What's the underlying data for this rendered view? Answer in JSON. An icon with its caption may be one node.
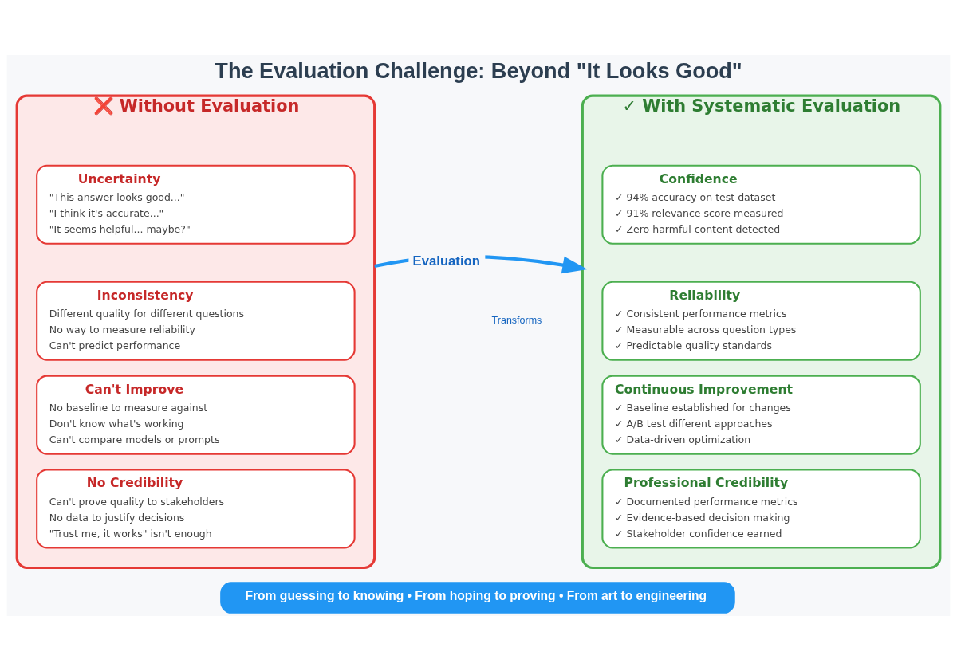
{
  "diagram": {
    "title": "The Evaluation Challenge: Beyond \"It Looks Good\"",
    "nodes": [
      {
        "text": [
          "❌ Without Evaluation"
        ]
      },
      {
        "text": [
          "Uncertainty",
          "\"This answer looks good...\"",
          "\"I think it's accurate...\"",
          "\"It seems helpful... maybe?\""
        ],
        "in": 0
      },
      {
        "text": [
          "Inconsistency",
          "Different quality for different questions",
          "No way to measure reliability",
          "Can't predict performance"
        ],
        "in": 0
      },
      {
        "text": [
          "Can't Improve",
          "No baseline to measure against",
          "Don't know what's working",
          "Can't compare models or prompts"
        ],
        "in": 0
      },
      {
        "text": [
          "No Credibility",
          "Can't prove quality to stakeholders",
          "No data to justify decisions",
          "\"Trust me, it works\" isn't enough"
        ],
        "in": 0
      },
      {
        "text": [
          "✓ With Systematic Evaluation"
        ]
      },
      {
        "text": [
          "Confidence",
          "✓ 94% accuracy on test dataset",
          "✓ 91% relevance score measured",
          "✓ Zero harmful content detected"
        ],
        "in": 5
      },
      {
        "text": [
          "Reliability",
          "✓ Consistent performance metrics",
          "✓ Measurable across question types",
          "✓ Predictable quality standards"
        ],
        "in": 5
      },
      {
        "text": [
          "Continuous Improvement",
          "✓ Baseline established for changes",
          "✓ A/B test different approaches",
          "✓ Data-driven optimization"
        ],
        "in": 5
      },
      {
        "text": [
          "Professional Credibility",
          "✓ Documented performance metrics",
          "✓ Evidence-based decision making",
          "✓ Stakeholder confidence earned"
        ],
        "in": 5
      },
      {
        "text": [
          "From guessing to knowing • From hoping to proving • From art to engineering"
        ]
      }
    ],
    "edges": [
      {
        "from": 0,
        "to": 5,
        "arrow": "to",
        "label": "Evaluation",
        "color": "#2196f3"
      }
    ],
    "labels": [
      "Transforms"
    ]
  }
}
